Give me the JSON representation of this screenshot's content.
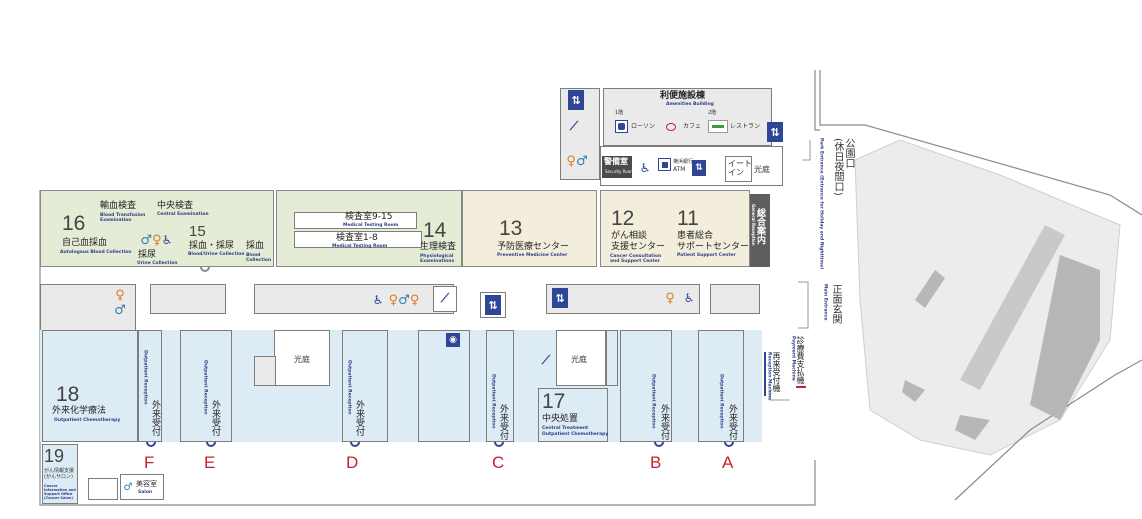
{
  "rooms": {
    "amenities_jp": "利便施設棟",
    "amenities_en": "Amenities Building",
    "floor_1": "1階",
    "lawson": "ローソン",
    "floor_2": "2階",
    "cafe": "カフェ",
    "restaurant": "レストラン",
    "security_jp": "警備室",
    "security_en": "Security Room",
    "bank": "横浜銀行",
    "atm": "ATM",
    "eat_in": "イート\nイン",
    "courtyard_top": "光庭",
    "general_reception_jp": "総合案内",
    "general_reception_en": "General Reception",
    "n16": "16",
    "n16_jp": "自己血採血",
    "n16_en": "Autologous Blood Collection",
    "transfusion_jp": "輸血検査",
    "transfusion_en": "Blood Transfusion Examination",
    "central_lab_jp": "中央検査",
    "central_lab_en": "Central Examination",
    "urine_jp": "採尿",
    "urine_en": "Urine Collection",
    "n15": "15",
    "n15_jp": "採血・採尿",
    "n15_en": "Blood/Urine Collection",
    "blood_jp": "採血",
    "blood_en": "Blood Collection",
    "test_915_jp": "検査室9-15",
    "test_915_en": "Medical Testing Room",
    "test_18_jp": "検査室1-8",
    "test_18_en": "Medical Testing Room",
    "n14": "14",
    "n14_jp": "生理検査",
    "n14_en": "Physiological Examinations",
    "n13": "13",
    "n13_jp": "予防医療センター",
    "n13_en": "Preventive Medicine Center",
    "n12": "12",
    "n12_jp": "がん相談\n支援センター",
    "n12_en": "Cancer Consultation and Support Center",
    "n11": "11",
    "n11_jp": "患者総合\nサポートセンター",
    "n11_en": "Patient Support Center",
    "n18": "18",
    "n18_jp": "外来化学療法",
    "n18_en": "Outpatient Chemotherapy",
    "n19": "19",
    "n19_jp": "がん情報支援\n(がんサロン)",
    "n19_en": "Cancer Information and Support Office (Cancer Salon)",
    "n17": "17",
    "n17_jp": "中央処置",
    "n17_en": "Central Treatment",
    "n17_en2": "Outpatient Chemotherapy",
    "courtyard_1": "光庭",
    "courtyard_2": "光庭",
    "beauty_jp": "美容室",
    "beauty_en": "Salon",
    "outpatient_jp": "外来受付",
    "outpatient_en": "Outpatient Reception",
    "reentry_jp": "再来受付機",
    "reentry_en": "Reception Machine",
    "payment_jp": "診療費支払機",
    "payment_en": "Payment Machine"
  },
  "blocks": [
    {
      "letter": "A"
    },
    {
      "letter": "B"
    },
    {
      "letter": "C"
    },
    {
      "letter": "D"
    },
    {
      "letter": "E"
    },
    {
      "letter": "F"
    }
  ],
  "entrances": {
    "park_jp": "公園口\n(休日夜間口)",
    "park_en": "Park Entrance (Entrance for Holiday and Nighttime)",
    "main_jp": "正面玄関",
    "main_en": "Main Entrance"
  },
  "icons": {
    "elevator": "elevator-icon",
    "escalator": "escalator-icon",
    "restroom": "restroom-icon",
    "accessible": "accessible-icon"
  },
  "colors": {
    "lab_area": "#e4ecd6",
    "center_area": "#f3eddc",
    "outpatient_area": "#ddebf5",
    "reception": "#5e5e5e",
    "block_letter": "#c8202d",
    "sign_blue": "#2f4596"
  }
}
